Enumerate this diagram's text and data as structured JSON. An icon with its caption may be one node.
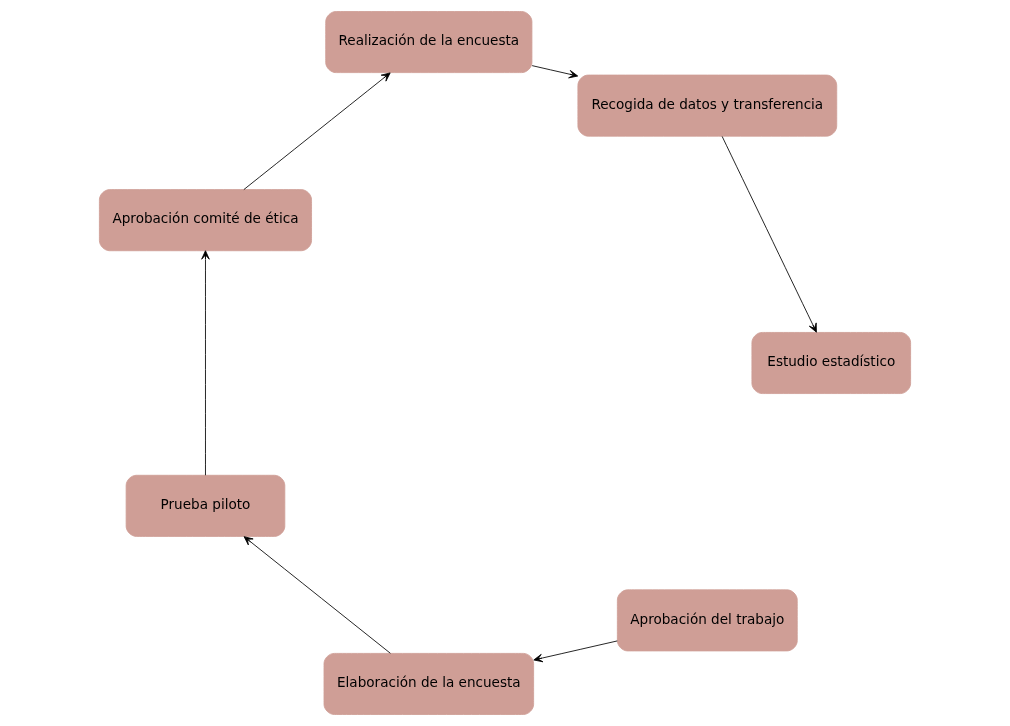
{
  "diagram": {
    "nodes": [
      {
        "text": [
          "Aprobación del trabajo"
        ]
      },
      {
        "text": [
          "Elaboración de la encuesta"
        ]
      },
      {
        "text": [
          "Prueba piloto"
        ]
      },
      {
        "text": [
          "Aprobación comité de ética"
        ]
      },
      {
        "text": [
          "Realización de la encuesta"
        ]
      },
      {
        "text": [
          "Recogida de datos y transferencia"
        ]
      },
      {
        "text": [
          "Estudio estadístico"
        ]
      }
    ],
    "edges": [
      {
        "from": 0,
        "to": 1,
        "arrow": "to"
      },
      {
        "from": 1,
        "to": 2,
        "arrow": "to"
      },
      {
        "from": 2,
        "to": 3,
        "arrow": "to"
      },
      {
        "from": 3,
        "to": 4,
        "arrow": "to"
      },
      {
        "from": 4,
        "to": 5,
        "arrow": "to"
      },
      {
        "from": 5,
        "to": 6,
        "arrow": "to"
      }
    ]
  }
}
